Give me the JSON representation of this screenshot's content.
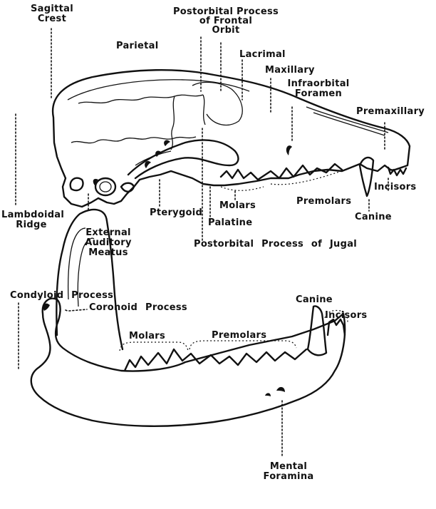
{
  "skull": {
    "labels": {
      "sagittal_crest": "Sagittal\nCrest",
      "postorbital_frontal": "Postorbital Process\nof Frontal\nOrbit",
      "parietal": "Parietal",
      "lacrimal": "Lacrimal",
      "maxillary": "Maxillary",
      "infraorbital": "Infraorbital\nForamen",
      "premaxillary": "Premaxillary",
      "incisors": "Incisors",
      "canine": "Canine",
      "premolars": "Premolars",
      "molars": "Molars",
      "palatine": "Palatine",
      "pterygoid": "Pterygoid",
      "lambdoidal": "Lambdoidal\nRidge",
      "auditory": "External\nAuditory\nMeatus",
      "postorbital_jugal": "Postorbital Process of Jugal"
    }
  },
  "mandible": {
    "labels": {
      "condyloid": "Condyloid Process",
      "coronoid": "Coronoid Process",
      "molars": "Molars",
      "premolars": "Premolars",
      "canine": "Canine",
      "incisors": "Incisors",
      "mental_foramina": "Mental\nForamina"
    }
  },
  "colors": {
    "ink": "#111111",
    "background": "#ffffff"
  }
}
